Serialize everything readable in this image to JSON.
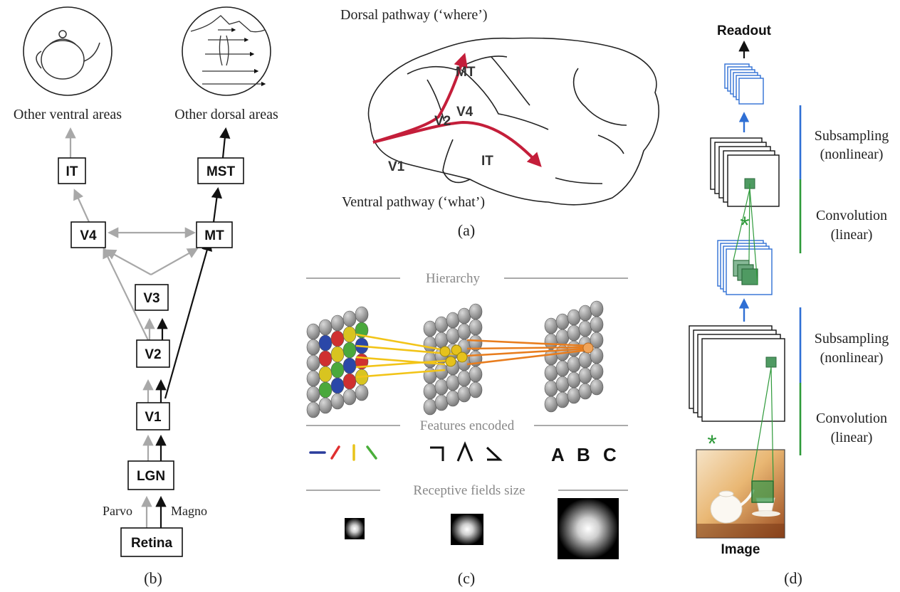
{
  "panel_b": {
    "top_icons": [
      "teapot-icon",
      "landscape-motion-icon"
    ],
    "labels": {
      "other_ventral": "Other ventral areas",
      "other_dorsal": "Other dorsal areas",
      "parvo": "Parvo",
      "magno": "Magno"
    },
    "nodes": {
      "it": "IT",
      "mst": "MST",
      "v4": "V4",
      "mt": "MT",
      "v3": "V3",
      "v2": "V2",
      "v1": "V1",
      "lgn": "LGN",
      "retina": "Retina"
    },
    "caption": "(b)"
  },
  "panel_a": {
    "dorsal": "Dorsal pathway (‘where’)",
    "ventral": "Ventral pathway (‘what’)",
    "areas": {
      "mt": "MT",
      "v2": "V2",
      "v4": "V4",
      "v1": "V1",
      "it": "IT"
    },
    "caption": "(a)"
  },
  "panel_c": {
    "hierarchy": "Hierarchy",
    "features": "Features encoded",
    "receptive": "Receptive fields size",
    "letters": [
      "A",
      "B",
      "C"
    ],
    "caption": "(c)"
  },
  "panel_d": {
    "readout": "Readout",
    "subsampling_1": "Subsampling",
    "nonlinear_1": "(nonlinear)",
    "convolution_1": "Convolution",
    "linear_1": "(linear)",
    "subsampling_2": "Subsampling",
    "nonlinear_2": "(nonlinear)",
    "convolution_2": "Convolution",
    "linear_2": "(linear)",
    "image": "Image",
    "caption": "(d)"
  },
  "colors": {
    "dorsal_path": "#c41e3a",
    "gray_arrow": "#a8a8a8",
    "cnn_blue": "#2f6fd4",
    "cnn_green": "#2e9a3a",
    "yellow_links": "#f2c418",
    "orange_links": "#e87d1e"
  }
}
